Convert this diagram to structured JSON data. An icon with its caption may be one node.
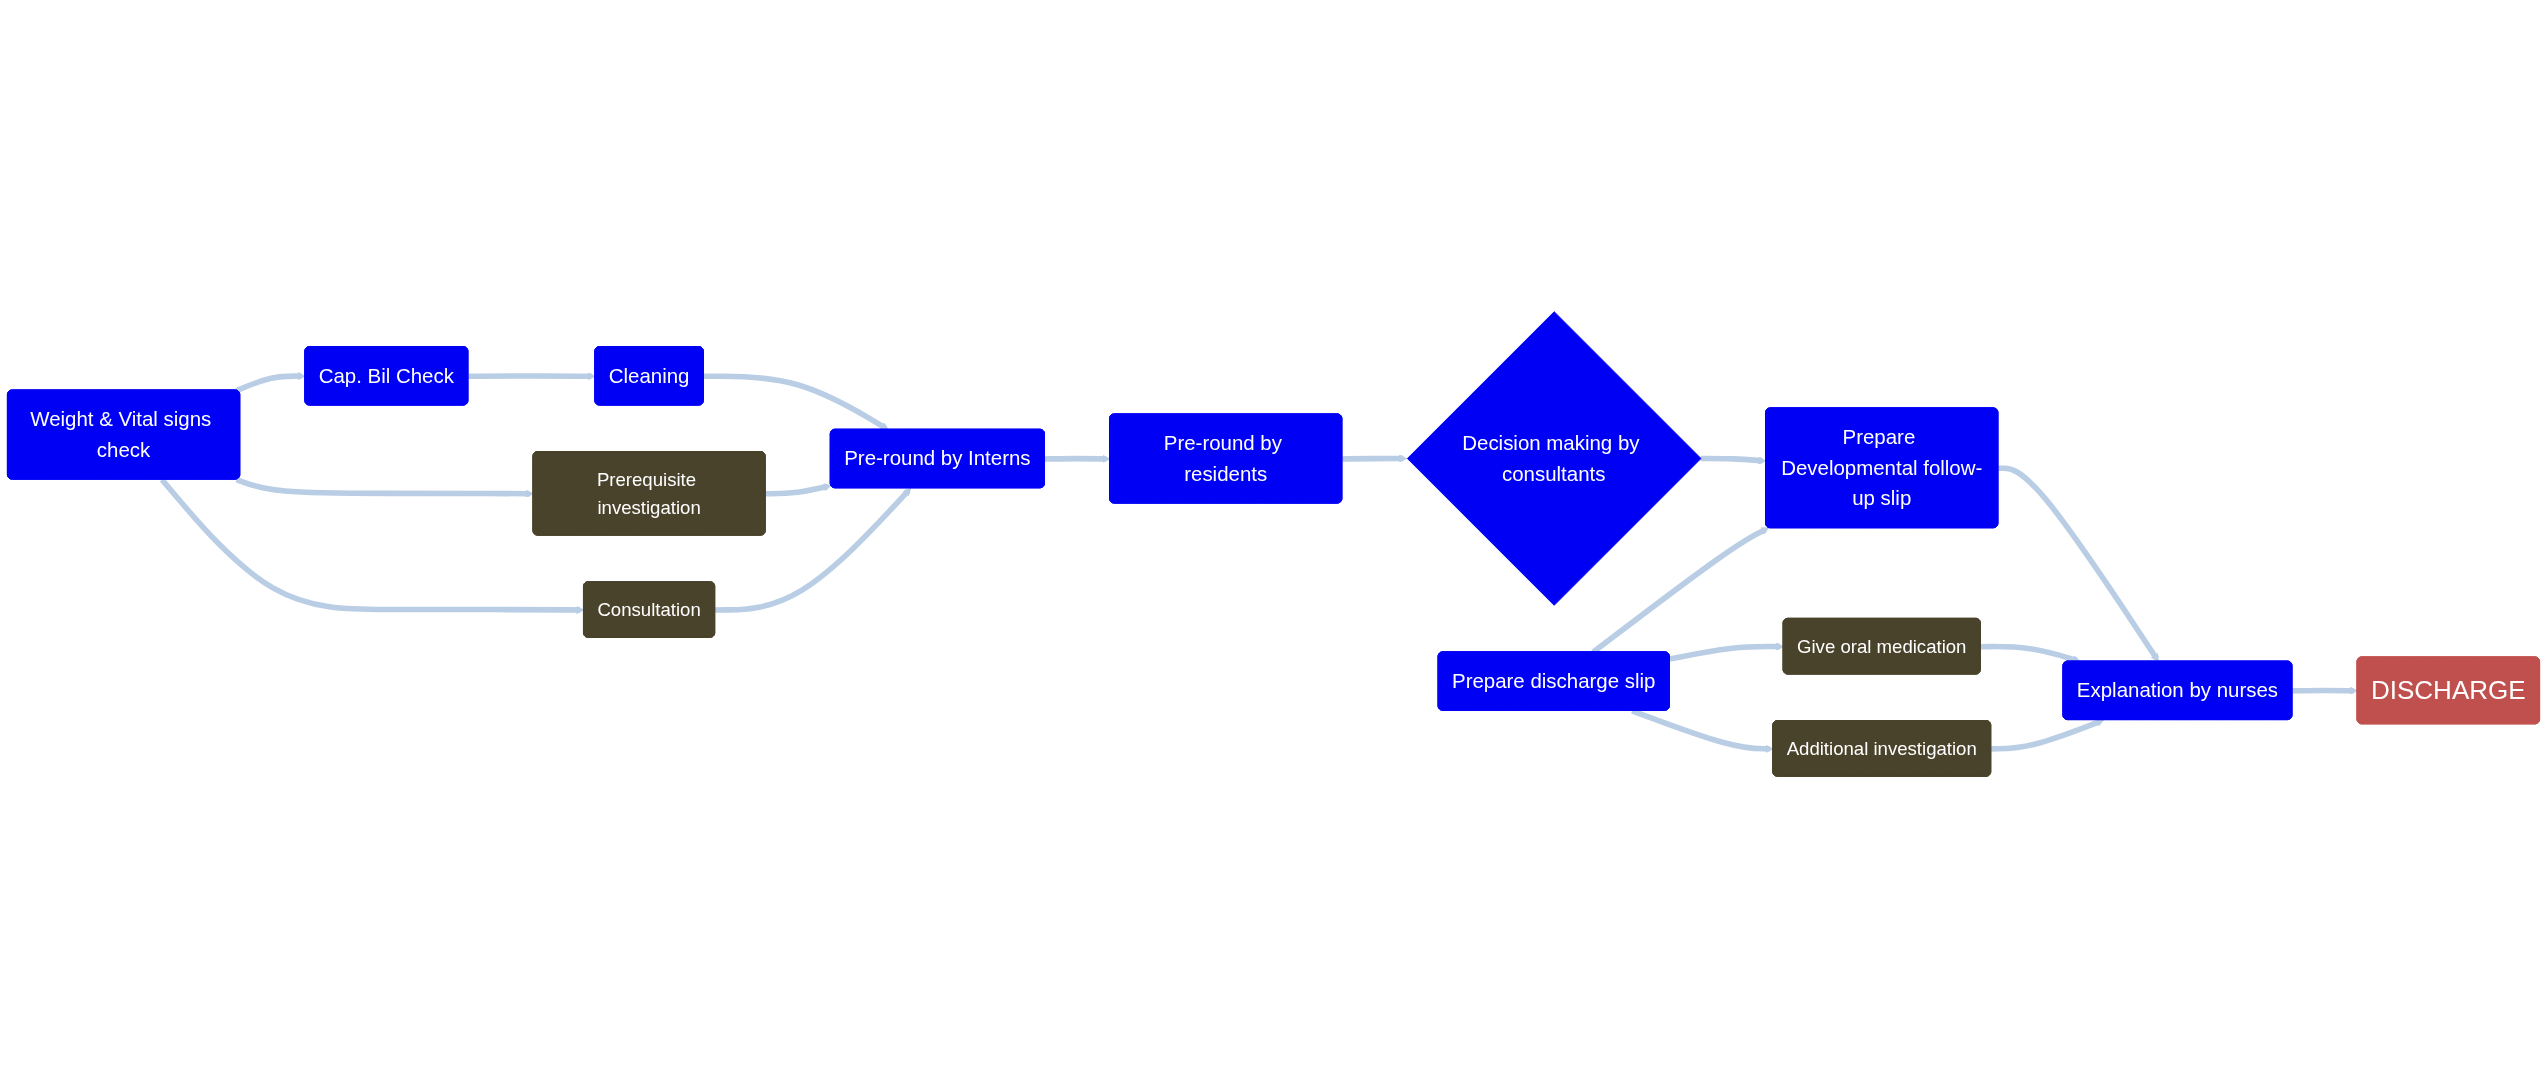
{
  "diagram": {
    "nodes": [
      {
        "text": [
          "Weight & Vital signs check"
        ]
      },
      {
        "text": [
          "Cap. Bil Check"
        ]
      },
      {
        "text": [
          "Cleaning"
        ]
      },
      {
        "text": [
          "Prerequisite investigation"
        ]
      },
      {
        "text": [
          "Consultation"
        ]
      },
      {
        "text": [
          "Pre-round by Interns"
        ]
      },
      {
        "text": [
          "Pre-round by residents"
        ]
      },
      {
        "text": [
          "Decision making by consultants"
        ]
      },
      {
        "text": [
          "Prepare discharge slip"
        ]
      },
      {
        "text": [
          "Prepare Developmental follow-up slip"
        ]
      },
      {
        "text": [
          "Explanation by nurses"
        ]
      },
      {
        "text": [
          "Give oral medication"
        ]
      },
      {
        "text": [
          "Additional investigation"
        ]
      },
      {
        "text": [
          "DISCHARGE"
        ]
      }
    ],
    "edges": [
      {
        "from": 0,
        "to": 1,
        "arrow": "to"
      },
      {
        "from": 1,
        "to": 2,
        "arrow": "to"
      },
      {
        "from": 0,
        "to": 3,
        "arrow": "to"
      },
      {
        "from": 0,
        "to": 4,
        "arrow": "to"
      },
      {
        "from": 2,
        "to": 5,
        "arrow": "to"
      },
      {
        "from": 3,
        "to": 5,
        "arrow": "to"
      },
      {
        "from": 4,
        "to": 5,
        "arrow": "to"
      },
      {
        "from": 5,
        "to": 6,
        "arrow": "to"
      },
      {
        "from": 6,
        "to": 7,
        "arrow": "to"
      },
      {
        "from": 7,
        "to": 9,
        "arrow": "to"
      },
      {
        "from": 8,
        "to": 9,
        "arrow": "to"
      },
      {
        "from": 8,
        "to": 11,
        "arrow": "to"
      },
      {
        "from": 8,
        "to": 12,
        "arrow": "to"
      },
      {
        "from": 9,
        "to": 10,
        "arrow": "to"
      },
      {
        "from": 11,
        "to": 10,
        "arrow": "to"
      },
      {
        "from": 12,
        "to": 10,
        "arrow": "to"
      },
      {
        "from": 10,
        "to": 13,
        "arrow": "to"
      }
    ]
  }
}
